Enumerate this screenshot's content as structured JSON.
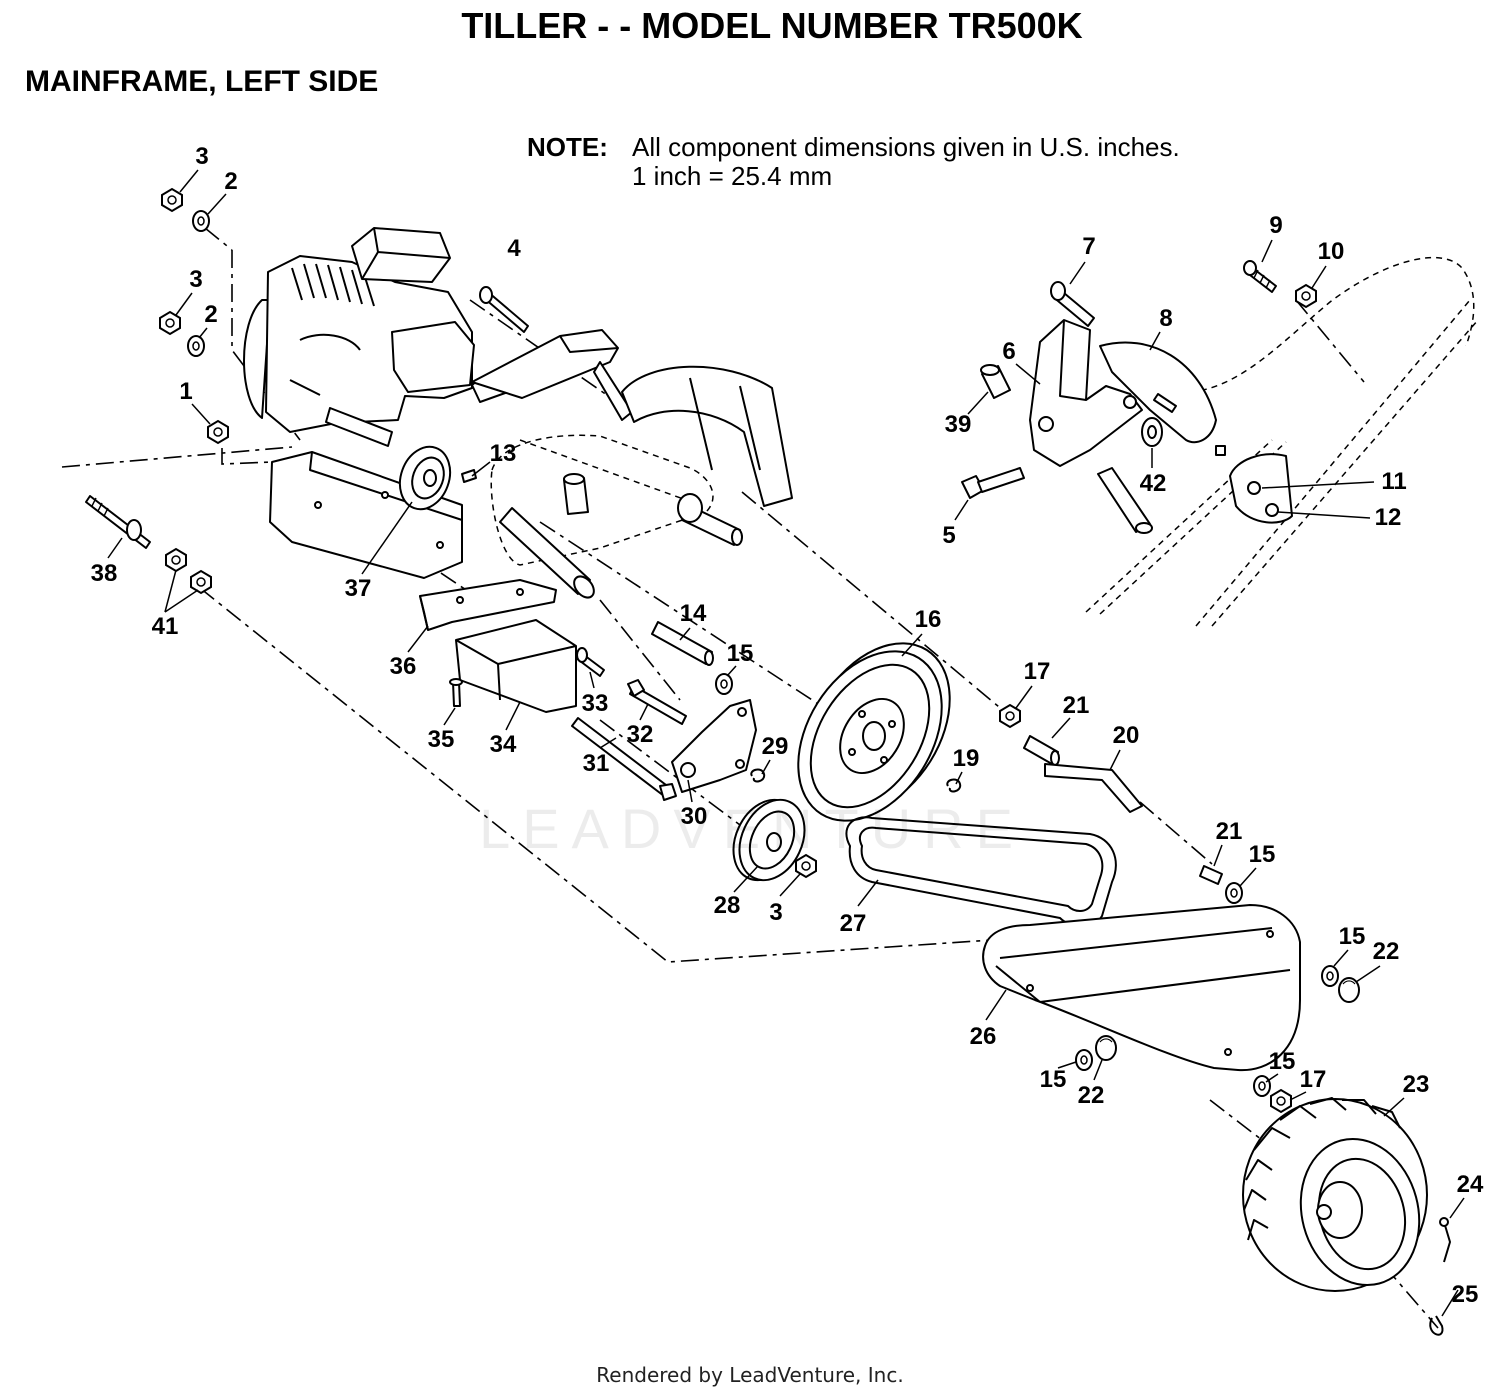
{
  "title": "TILLER - - MODEL NUMBER TR500K",
  "subtitle": "MAINFRAME, LEFT SIDE",
  "note": {
    "label": "NOTE:",
    "line1": "All component dimensions given in U.S. inches.",
    "line2": "1 inch = 25.4 mm"
  },
  "callouts": [
    "3",
    "2",
    "3",
    "2",
    "1",
    "4",
    "13",
    "37",
    "38",
    "41",
    "36",
    "35",
    "34",
    "33",
    "32",
    "31",
    "30",
    "29",
    "14",
    "15",
    "16",
    "19",
    "17",
    "21",
    "20",
    "21",
    "15",
    "28",
    "3",
    "27",
    "26",
    "15",
    "22",
    "15",
    "22",
    "15",
    "17",
    "23",
    "24",
    "25",
    "7",
    "9",
    "10",
    "8",
    "6",
    "39",
    "42",
    "11",
    "12",
    "5"
  ],
  "watermark": "LEADVENTURE",
  "footer": "Rendered by LeadVenture, Inc."
}
